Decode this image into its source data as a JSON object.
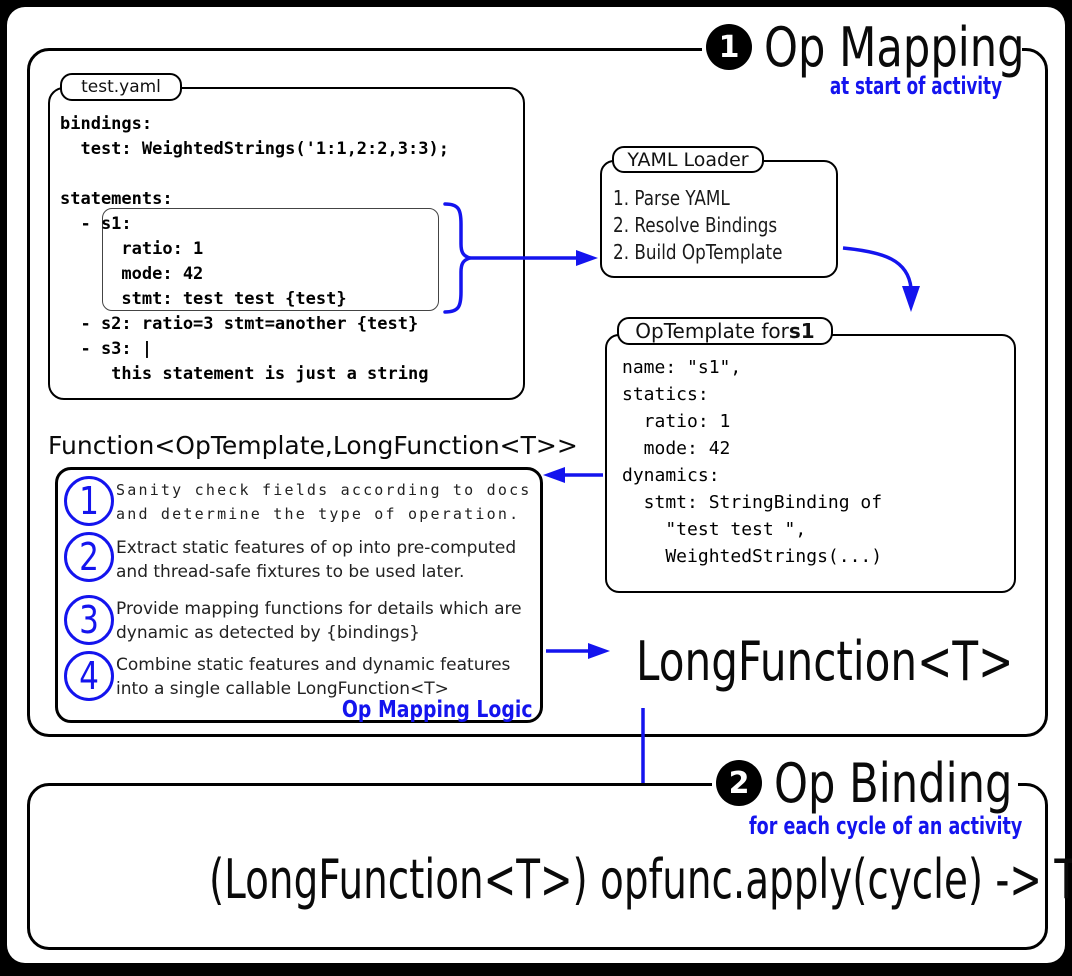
{
  "colors": {
    "accent_blue": "#1414ee",
    "line_black": "#000000"
  },
  "op_mapping": {
    "badge": "1",
    "title": "Op Mapping",
    "subtitle": "at start of activity",
    "test_yaml": {
      "tab": "test.yaml",
      "lines": [
        "bindings:",
        "  test: WeightedStrings('1:1,2:2,3:3);",
        "",
        "statements:",
        "  - s1:",
        "      ratio: 1",
        "      mode: 42",
        "      stmt: test test {test}",
        "  - s2: ratio=3 stmt=another {test}",
        "  - s3: |",
        "     this statement is just a string"
      ]
    },
    "yaml_loader": {
      "tab": "YAML Loader",
      "items": [
        "1. Parse YAML",
        "2. Resolve Bindings",
        "2. Build OpTemplate"
      ]
    },
    "op_template": {
      "tab_prefix": "OpTemplate for ",
      "tab_strong": "s1",
      "lines": [
        "name: \"s1\",",
        "statics:",
        "  ratio: 1",
        "  mode: 42",
        "dynamics:",
        "  stmt: StringBinding of",
        "    \"test test \",",
        "    WeightedStrings(...)"
      ]
    },
    "mapper": {
      "title": "Function<OpTemplate,LongFunction<T>>",
      "steps": [
        {
          "num": "1",
          "text": "Sanity check fields according to docs and determine the type of operation."
        },
        {
          "num": "2",
          "text": "Extract static features of op into pre-computed and thread-safe fixtures to be used later."
        },
        {
          "num": "3",
          "text": "Provide mapping functions for details which are dynamic as detected by {bindings}"
        },
        {
          "num": "4",
          "text": "Combine static features and dynamic features into a single callable LongFunction<T>"
        }
      ],
      "caption": "Op Mapping Logic"
    },
    "long_function": "LongFunction<T>"
  },
  "op_binding": {
    "badge": "2",
    "title": "Op Binding",
    "subtitle": "for each cycle of an activity",
    "formula": "(LongFunction<T>) opfunc.apply(cycle) -> T"
  }
}
